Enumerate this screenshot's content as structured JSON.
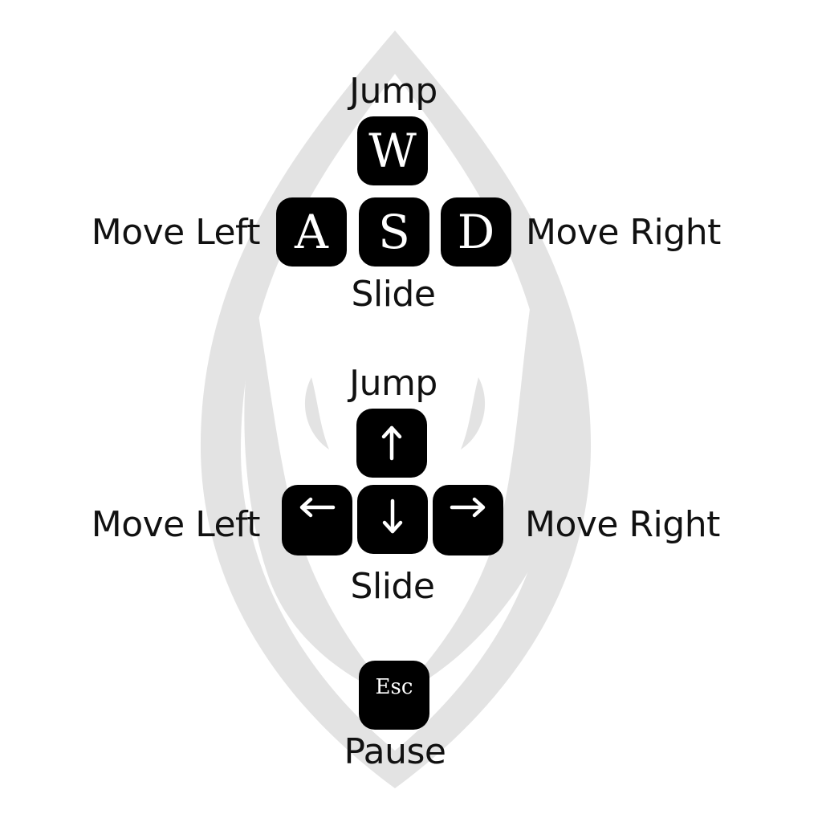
{
  "colors": {
    "background": "#ffffff",
    "key_fill": "#000000",
    "key_glyph": "#ffffff",
    "label_text": "#111111",
    "emblem": "#e3e3e3"
  },
  "emblem": {
    "icon": "flame-leaf-emblem"
  },
  "wasd_scheme": {
    "up_label": "Jump",
    "left_label": "Move Left",
    "right_label": "Move Right",
    "down_label": "Slide",
    "keys": {
      "up": "W",
      "left": "A",
      "down": "S",
      "right": "D"
    }
  },
  "arrow_scheme": {
    "up_label": "Jump",
    "left_label": "Move Left",
    "right_label": "Move Right",
    "down_label": "Slide",
    "keys": {
      "up": "arrow-up-icon",
      "left": "arrow-left-icon",
      "down": "arrow-down-icon",
      "right": "arrow-right-icon"
    }
  },
  "pause": {
    "key_label": "Esc",
    "action_label": "Pause"
  }
}
